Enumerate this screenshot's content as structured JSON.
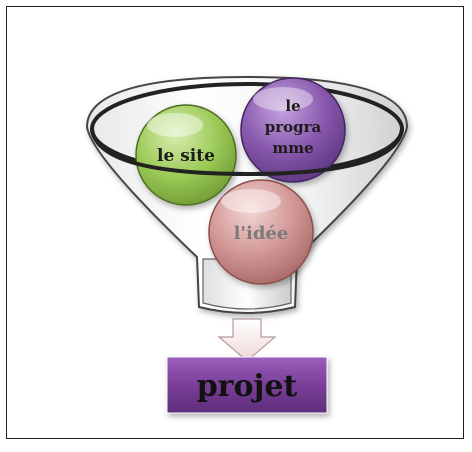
{
  "diagram": {
    "inputs": [
      {
        "id": "site",
        "label": "le site",
        "color": "#8dbd4a"
      },
      {
        "id": "programme",
        "label_lines": [
          "le",
          "progra",
          "mme"
        ],
        "color": "#7b4fa0"
      },
      {
        "id": "idee",
        "label": "l'idée",
        "color": "#c98a88"
      }
    ],
    "output": {
      "label": "projet",
      "color": "#7a3f98"
    }
  }
}
